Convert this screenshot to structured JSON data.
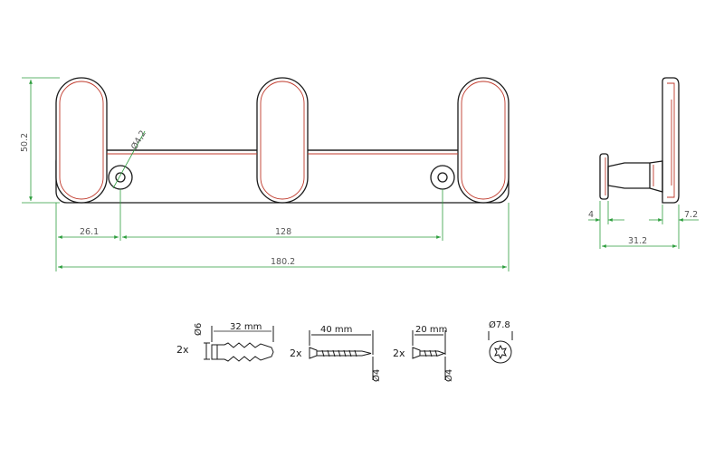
{
  "front_view": {
    "dim_height": "50.2",
    "dim_hole_dia": "Ø4,2",
    "dim_left_offset": "26.1",
    "dim_hole_spacing": "128",
    "dim_total_length": "180.2"
  },
  "side_view": {
    "dim_cap": "4",
    "dim_base": "7.2",
    "dim_depth": "31.2"
  },
  "hardware": {
    "dowel": {
      "qty": "2x",
      "length": "32 mm",
      "dia": "Ø6"
    },
    "screw_long": {
      "qty": "2x",
      "length": "40 mm",
      "dia": "Ø4"
    },
    "screw_short": {
      "qty": "2x",
      "length": "20 mm",
      "dia": "Ø4"
    },
    "screw_head": {
      "dia": "Ø7.8"
    }
  },
  "colors": {
    "outline": "#1a1a1a",
    "hidden_red": "#c0392b",
    "dimension_green": "#2e9e3e"
  }
}
